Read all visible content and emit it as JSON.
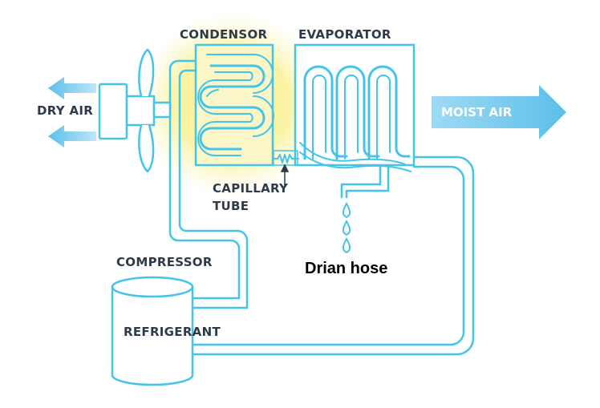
{
  "labels": {
    "condensor": "CONDENSOR",
    "evaporator": "EVAPORATOR",
    "dry_air": "DRY AIR",
    "moist_air": "MOIST AIR",
    "capillary_tube_line1": "CAPILLARY",
    "capillary_tube_line2": "TUBE",
    "compressor": "COMPRESSOR",
    "refrigerant": "REFRIGERANT",
    "drain_hose": "Drian hose"
  },
  "colors": {
    "pipe": "#44c4e8",
    "arrow": "#5bbfe9",
    "glow": "#f7ee7a",
    "text": "#2e3a4a"
  }
}
